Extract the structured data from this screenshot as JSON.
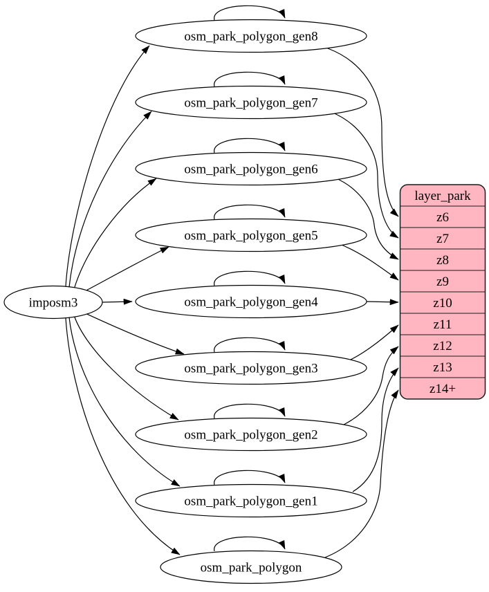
{
  "diagram": {
    "kind": "etl-graph",
    "source": {
      "label": "imposm3"
    },
    "tables": [
      {
        "label": "osm_park_polygon_gen8",
        "target_zoom": "z6"
      },
      {
        "label": "osm_park_polygon_gen7",
        "target_zoom": "z7"
      },
      {
        "label": "osm_park_polygon_gen6",
        "target_zoom": "z8"
      },
      {
        "label": "osm_park_polygon_gen5",
        "target_zoom": "z9"
      },
      {
        "label": "osm_park_polygon_gen4",
        "target_zoom": "z10"
      },
      {
        "label": "osm_park_polygon_gen3",
        "target_zoom": "z11"
      },
      {
        "label": "osm_park_polygon_gen2",
        "target_zoom": "z12"
      },
      {
        "label": "osm_park_polygon_gen1",
        "target_zoom": "z13"
      },
      {
        "label": "osm_park_polygon",
        "target_zoom": "z14+"
      }
    ],
    "layer": {
      "title": "layer_park",
      "rows": [
        "z6",
        "z7",
        "z8",
        "z9",
        "z10",
        "z11",
        "z12",
        "z13",
        "z14+"
      ]
    },
    "edges": {
      "imports": [
        {
          "from": "imposm3",
          "to": "osm_park_polygon_gen8"
        },
        {
          "from": "imposm3",
          "to": "osm_park_polygon_gen7"
        },
        {
          "from": "imposm3",
          "to": "osm_park_polygon_gen6"
        },
        {
          "from": "imposm3",
          "to": "osm_park_polygon_gen5"
        },
        {
          "from": "imposm3",
          "to": "osm_park_polygon_gen4"
        },
        {
          "from": "imposm3",
          "to": "osm_park_polygon_gen3"
        },
        {
          "from": "imposm3",
          "to": "osm_park_polygon_gen2"
        },
        {
          "from": "imposm3",
          "to": "osm_park_polygon_gen1"
        },
        {
          "from": "imposm3",
          "to": "osm_park_polygon"
        }
      ],
      "self_loops": [
        "osm_park_polygon_gen8",
        "osm_park_polygon_gen7",
        "osm_park_polygon_gen6",
        "osm_park_polygon_gen5",
        "osm_park_polygon_gen4",
        "osm_park_polygon_gen3",
        "osm_park_polygon_gen2",
        "osm_park_polygon_gen1",
        "osm_park_polygon"
      ],
      "layer_edges": [
        {
          "from": "osm_park_polygon_gen8",
          "to": "z6"
        },
        {
          "from": "osm_park_polygon_gen7",
          "to": "z7"
        },
        {
          "from": "osm_park_polygon_gen6",
          "to": "z8"
        },
        {
          "from": "osm_park_polygon_gen5",
          "to": "z9"
        },
        {
          "from": "osm_park_polygon_gen4",
          "to": "z10"
        },
        {
          "from": "osm_park_polygon_gen3",
          "to": "z11"
        },
        {
          "from": "osm_park_polygon_gen2",
          "to": "z12"
        },
        {
          "from": "osm_park_polygon_gen1",
          "to": "z13"
        },
        {
          "from": "osm_park_polygon",
          "to": "z14+"
        }
      ]
    },
    "colors": {
      "node_fill": "#ffffff",
      "stroke": "#000000",
      "layer_fill": "#ffb6c1",
      "layer_stroke": "#1a1a1a",
      "text": "#000000"
    }
  }
}
